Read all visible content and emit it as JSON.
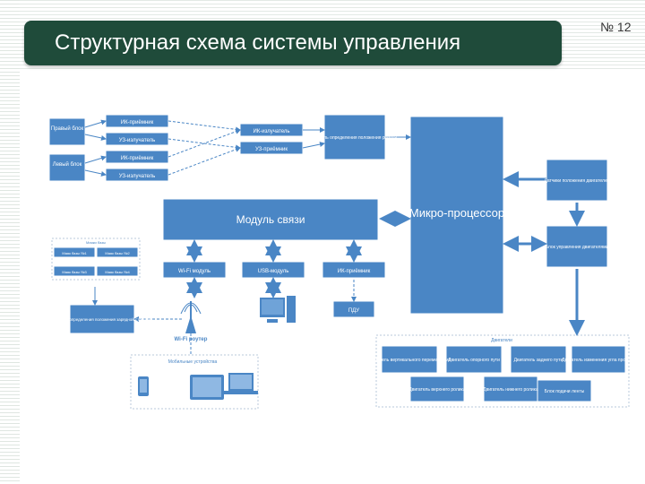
{
  "slide": {
    "title": "Структурная схема системы управления",
    "number": "№ 12"
  },
  "diagram": {
    "left_block": "Правый блок",
    "right_block": "Левый блок",
    "ir_receiver_1": "ИК-приёмник",
    "us_emitter_1": "УЗ-излучатель",
    "ir_receiver_2": "ИК-приёмник",
    "us_emitter_2": "УЗ-излучатель",
    "ir_emitter_mid": "ИК-излучатель",
    "us_receiver_mid": "УЗ-приёмник",
    "position_module": "Модуль определения положения робота",
    "sensors": "Датчики положения двигателей",
    "comm_module": "Модуль связи",
    "microprocessor": "Микро-процессор",
    "motor_control": "Блок управления двигателями",
    "wifi_module": "Wi-Fi модуль",
    "usb_module": "USB-модуль",
    "ir_receiver_bottom": "ИК-приёмник",
    "pdu": "ПДУ",
    "beacon_group": "Маяки базы",
    "beacons": [
      "Маяк базы №1",
      "Маяк базы №2",
      "Маяк базы №3",
      "Маяк базы №4"
    ],
    "nav_module": "Модуль определения положения зарядной станции",
    "wifi_router": "Wi-Fi роутер",
    "mobile_devices": "Мобильные устройства",
    "motors_group": "Двигатели",
    "motors": [
      "Двигатель вертикального перемещения",
      "Двигатель опорного пути",
      "Двигатель заднего пути",
      "Двигатель изменения угла прохода",
      "Двигатель верхнего ролика",
      "Двигатель нижнего ролика",
      "Блок подачи ленты"
    ]
  },
  "colors": {
    "title_bg": "#1f4b3a",
    "box_blue": "#4a86c5",
    "arrow_blue": "#4a86c5"
  }
}
